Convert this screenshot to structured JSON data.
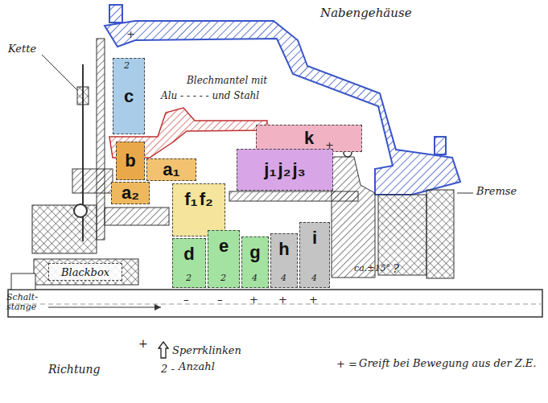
{
  "diagram": {
    "nodes": [
      {
        "text": [
          "c"
        ]
      },
      {
        "text": [
          "b"
        ]
      },
      {
        "text": [
          "a₁"
        ]
      },
      {
        "text": [
          "a₂"
        ]
      },
      {
        "text": [
          "f₁",
          "f₂"
        ]
      },
      {
        "text": [
          "k"
        ]
      },
      {
        "text": [
          "j₁",
          "j₂",
          "j₃"
        ]
      },
      {
        "text": [
          "d"
        ]
      },
      {
        "text": [
          "e"
        ]
      },
      {
        "text": [
          "g"
        ]
      },
      {
        "text": [
          "h"
        ]
      },
      {
        "text": [
          "i"
        ]
      },
      {
        "text": [
          "Blackbox"
        ]
      }
    ],
    "labels": [
      "Nabengehäuse",
      "Kette",
      "Blechmantel mit",
      "Alu - - - - - und Stahl",
      "Bremse",
      "Schalt- stange",
      "ca.±15°",
      "?",
      "+",
      "2",
      "+",
      "–",
      "–",
      "+",
      "+",
      "+",
      "2",
      "2",
      "4",
      "4",
      "4",
      "+",
      "Richtung",
      "2 -",
      "+ ="
    ],
    "legend": [
      {
        "text": "Sperrklinken"
      },
      {
        "text": "Anzahl"
      },
      {
        "text": "Greift bei Bewegung aus der Z.E."
      }
    ]
  }
}
